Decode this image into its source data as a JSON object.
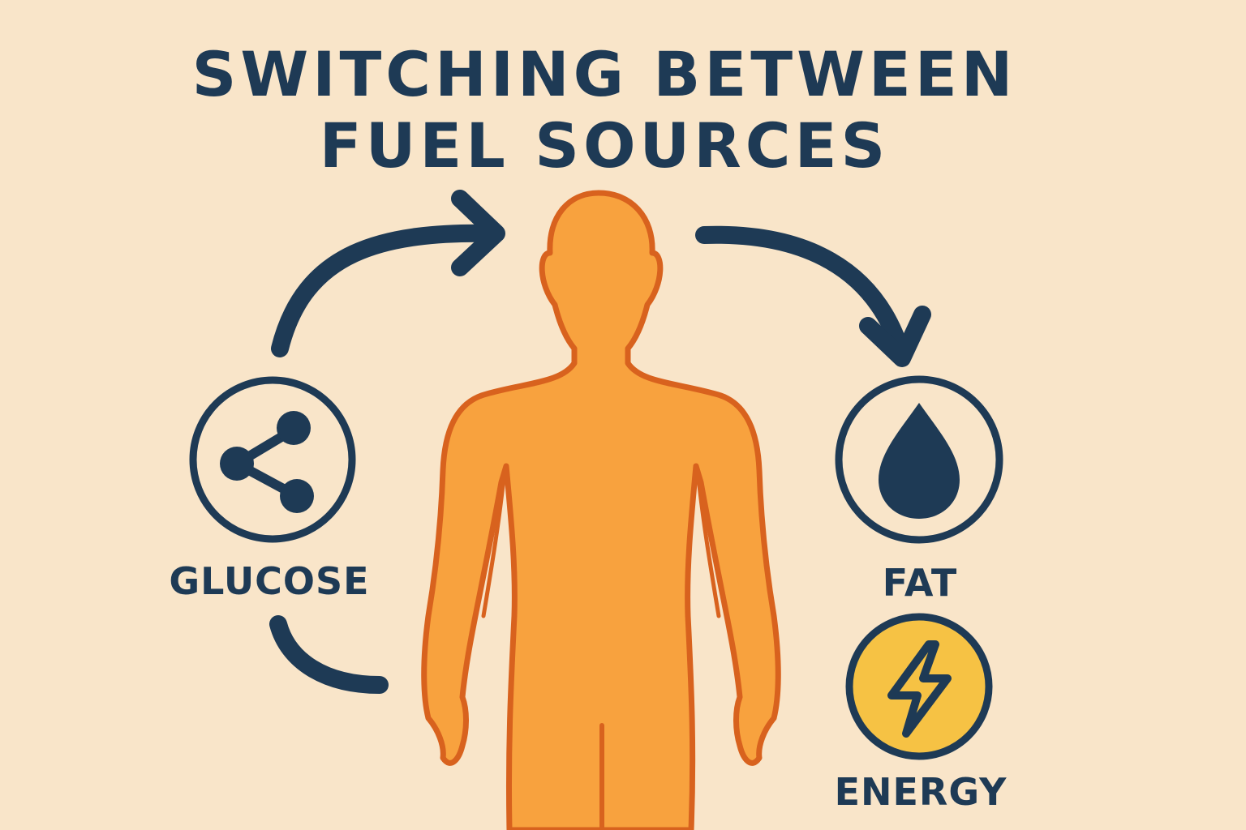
{
  "title": {
    "line1": "SWITCHING BETWEEN",
    "line2": "FUEL SOURCES"
  },
  "nodes": {
    "glucose": {
      "label": "GLUCOSE",
      "icon": "molecule-icon"
    },
    "fat": {
      "label": "FAT",
      "icon": "droplet-icon"
    },
    "energy": {
      "label": "ENERGY",
      "icon": "lightning-bolt-icon"
    }
  },
  "figure": {
    "icon": "human-body-silhouette"
  },
  "colors": {
    "background": "#f9e5c9",
    "navy": "#1e3a55",
    "body_fill": "#f8a23e",
    "body_outline": "#d8621e",
    "energy_fill": "#f6c244"
  }
}
